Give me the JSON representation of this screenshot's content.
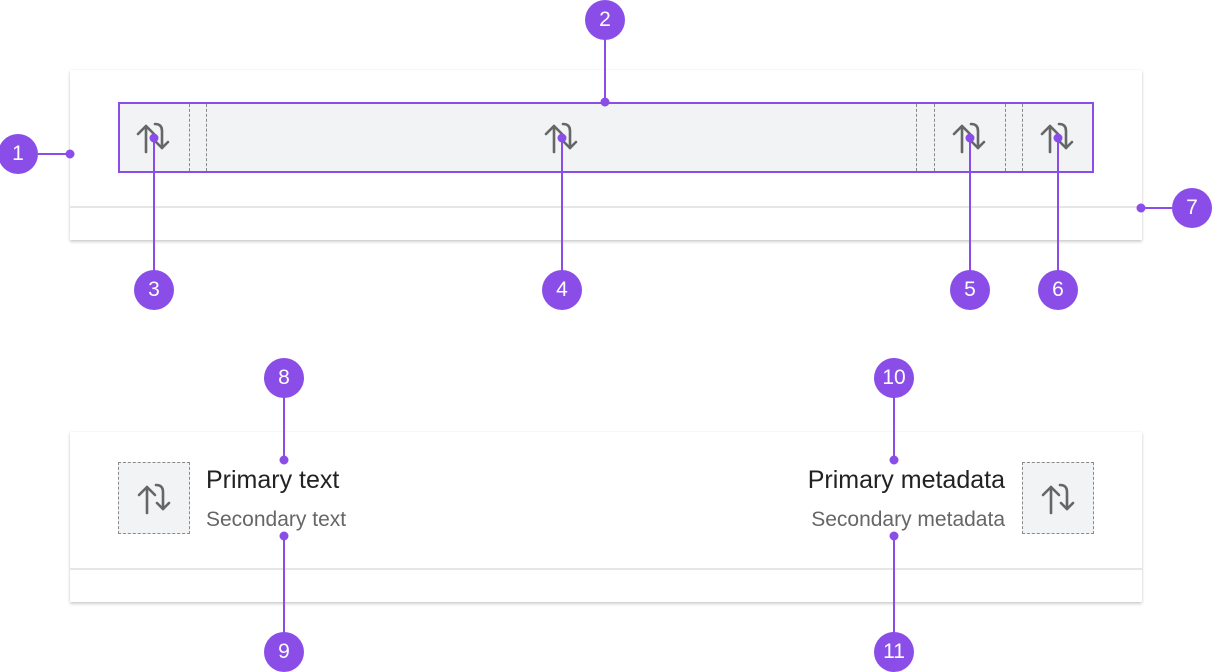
{
  "colors": {
    "accent": "#8a4de8",
    "slot_fill": "#f1f3f4",
    "icon": "#666666"
  },
  "slot_icon": "swap-vertical-icon",
  "callouts": [
    "1",
    "2",
    "3",
    "4",
    "5",
    "6",
    "7",
    "8",
    "9",
    "10",
    "11"
  ],
  "list_item": {
    "primary_text": "Primary text",
    "secondary_text": "Secondary text",
    "primary_metadata": "Primary metadata",
    "secondary_metadata": "Secondary metadata"
  }
}
